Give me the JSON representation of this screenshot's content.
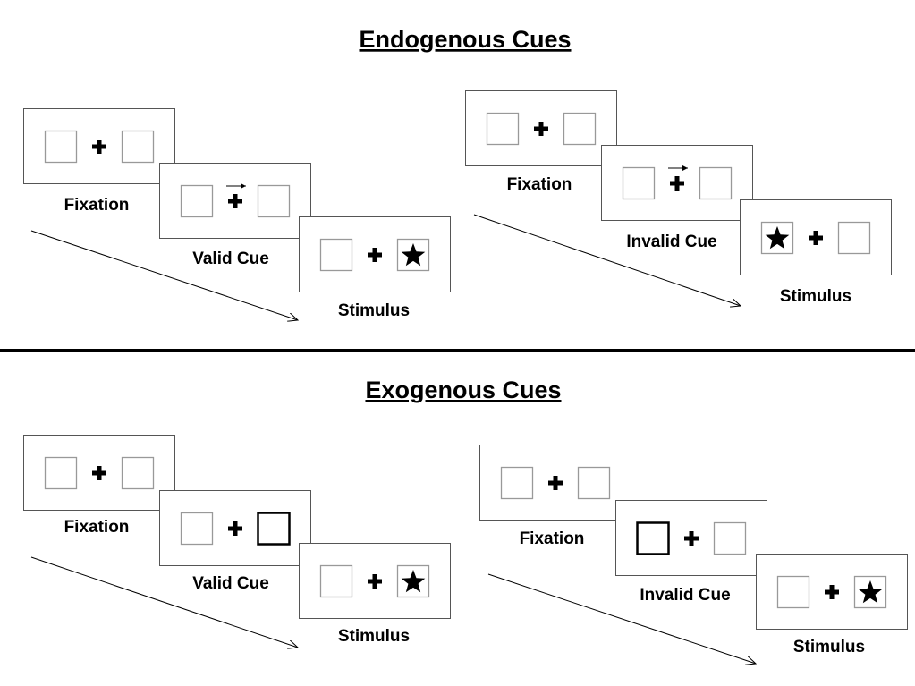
{
  "sections": [
    {
      "title": "Endogenous Cues",
      "sequences": [
        {
          "panels": [
            {
              "label": "Fixation",
              "cue": "none",
              "star": "none"
            },
            {
              "label": "Valid Cue",
              "cue": "arrow-right",
              "star": "none"
            },
            {
              "label": "Stimulus",
              "cue": "none",
              "star": "right"
            }
          ]
        },
        {
          "panels": [
            {
              "label": "Fixation",
              "cue": "none",
              "star": "none"
            },
            {
              "label": "Invalid Cue",
              "cue": "arrow-right",
              "star": "none"
            },
            {
              "label": "Stimulus",
              "cue": "none",
              "star": "left"
            }
          ]
        }
      ]
    },
    {
      "title": "Exogenous Cues",
      "sequences": [
        {
          "panels": [
            {
              "label": "Fixation",
              "cue": "none",
              "star": "none"
            },
            {
              "label": "Valid Cue",
              "cue": "highlight-right",
              "star": "none"
            },
            {
              "label": "Stimulus",
              "cue": "none",
              "star": "right"
            }
          ]
        },
        {
          "panels": [
            {
              "label": "Fixation",
              "cue": "none",
              "star": "none"
            },
            {
              "label": "Invalid Cue",
              "cue": "highlight-left",
              "star": "none"
            },
            {
              "label": "Stimulus",
              "cue": "none",
              "star": "right"
            }
          ]
        }
      ]
    }
  ]
}
